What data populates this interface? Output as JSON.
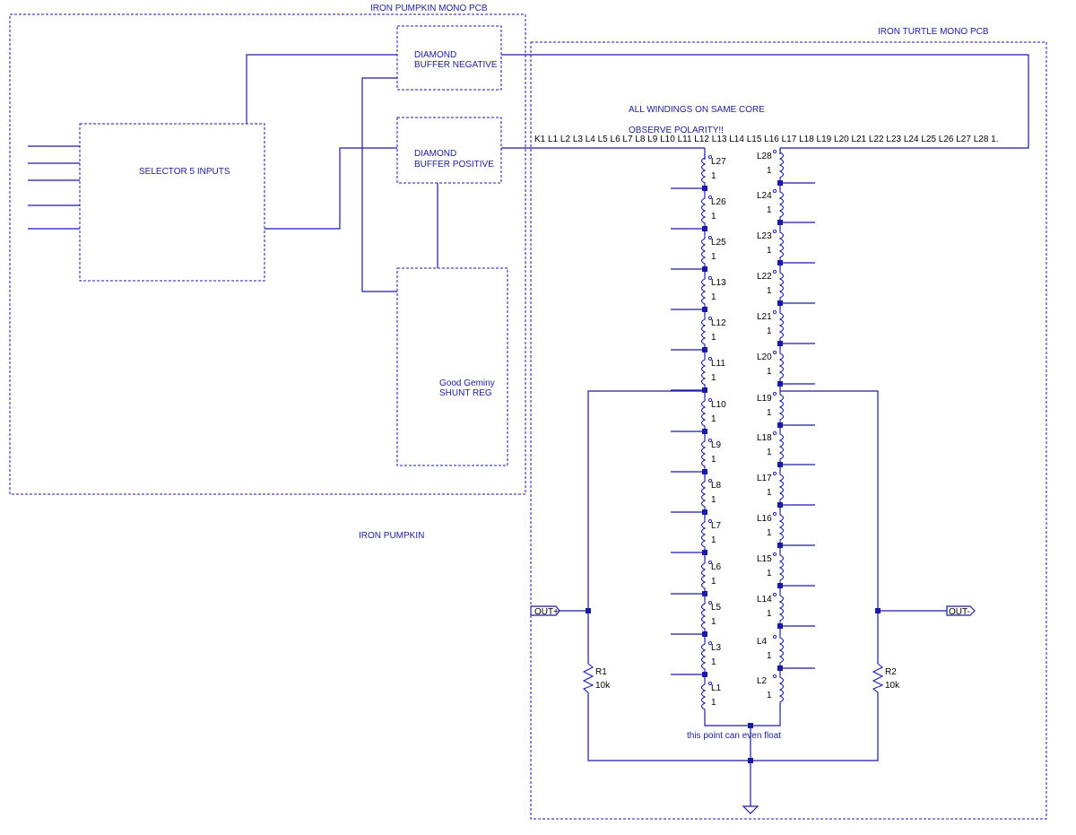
{
  "blocks": {
    "pumpkin_pcb_title": "IRON PUMPKIN MONO PCB",
    "turtle_pcb_title": "IRON TURTLE MONO PCB",
    "selector_label": "SELECTOR 5 INPUTS",
    "buffer_negative_line1": "DIAMOND",
    "buffer_negative_line2": "BUFFER NEGATIVE",
    "buffer_positive_line1": "DIAMOND",
    "buffer_positive_line2": "BUFFER POSITIVE",
    "shunt_line1": "Good Geminy",
    "shunt_line2": "SHUNT REG",
    "iron_pumpkin_label": "IRON PUMPKIN"
  },
  "notes": {
    "same_core": "ALL WINDINGS ON SAME CORE",
    "polarity": "OBSERVE POLARITY!!",
    "coupling": "K1 L1 L2 L3 L4 L5 L6 L7 L8 L9 L10 L11 L12 L13 L14 L15 L16 L17 L18 L19 L20 L21 L22 L23 L24 L25 L26 L27 L28 1.",
    "float_note": "this point can even float"
  },
  "ports": {
    "out_plus": "OUT+",
    "out_minus": "OUT-"
  },
  "left_coils": [
    {
      "name": "L27",
      "value": "1"
    },
    {
      "name": "L26",
      "value": "1"
    },
    {
      "name": "L25",
      "value": "1"
    },
    {
      "name": "L13",
      "value": "1"
    },
    {
      "name": "L12",
      "value": "1"
    },
    {
      "name": "L11",
      "value": "1"
    },
    {
      "name": "L10",
      "value": "1"
    },
    {
      "name": "L9",
      "value": "1"
    },
    {
      "name": "L8",
      "value": "1"
    },
    {
      "name": "L7",
      "value": "1"
    },
    {
      "name": "L6",
      "value": "1"
    },
    {
      "name": "L5",
      "value": "1"
    },
    {
      "name": "L3",
      "value": "1"
    },
    {
      "name": "L1",
      "value": "1"
    }
  ],
  "right_coils": [
    {
      "name": "L28",
      "value": "1"
    },
    {
      "name": "L24",
      "value": "1"
    },
    {
      "name": "L23",
      "value": "1"
    },
    {
      "name": "L22",
      "value": "1"
    },
    {
      "name": "L21",
      "value": "1"
    },
    {
      "name": "L20",
      "value": "1"
    },
    {
      "name": "L19",
      "value": "1"
    },
    {
      "name": "L18",
      "value": "1"
    },
    {
      "name": "L17",
      "value": "1"
    },
    {
      "name": "L16",
      "value": "1"
    },
    {
      "name": "L15",
      "value": "1"
    },
    {
      "name": "L14",
      "value": "1"
    },
    {
      "name": "L4",
      "value": "1"
    },
    {
      "name": "L2",
      "value": "1"
    }
  ],
  "resistors": [
    {
      "name": "R1",
      "value": "10k"
    },
    {
      "name": "R2",
      "value": "10k"
    }
  ]
}
